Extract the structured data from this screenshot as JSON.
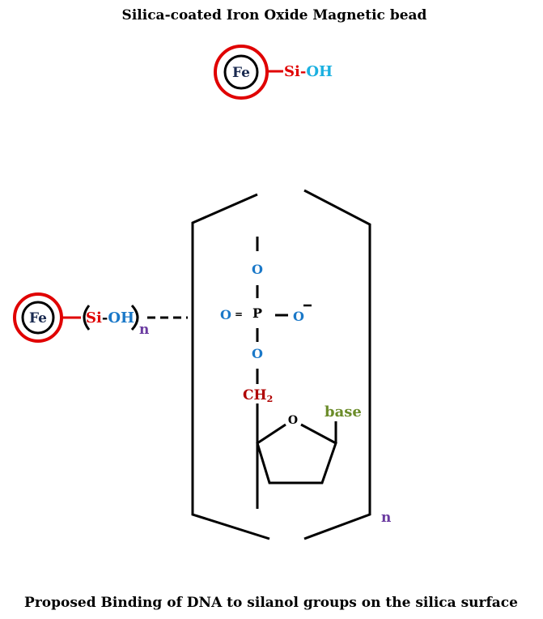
{
  "title": "Silica-coated Iron Oxide Magnetic bead",
  "caption": "Proposed Binding of DNA to silanol groups on the silica surface",
  "bead": {
    "core_label": "Fe",
    "si_label": "Si",
    "dash": "-",
    "oh_label": "OH"
  },
  "bound_bead": {
    "core_label": "Fe",
    "si_label": "Si",
    "dash": "-",
    "oh_label": "OH",
    "repeat_label": "n"
  },
  "phosphate": {
    "phosphorus": "P",
    "o_top": "O",
    "o_double": "O",
    "double_bond": "=",
    "o_right": "O",
    "o_bottom": "O"
  },
  "sugar": {
    "ch2_label": "CH",
    "ch2_subscript": "2",
    "ring_oxygen": "O",
    "base_label": "base"
  },
  "strand_repeat_label": "n",
  "colors": {
    "black": "#000000",
    "red_ring": "#e00000",
    "si": "#e00000",
    "oh_top": "#1ab0e0",
    "oh_bound": "#1a78c8",
    "oxygen_blue": "#1a78c8",
    "ch2": "#b00000",
    "base": "#6b8c2a",
    "repeat_purple": "#6a3aa0",
    "fe_text": "#1a2a50"
  }
}
